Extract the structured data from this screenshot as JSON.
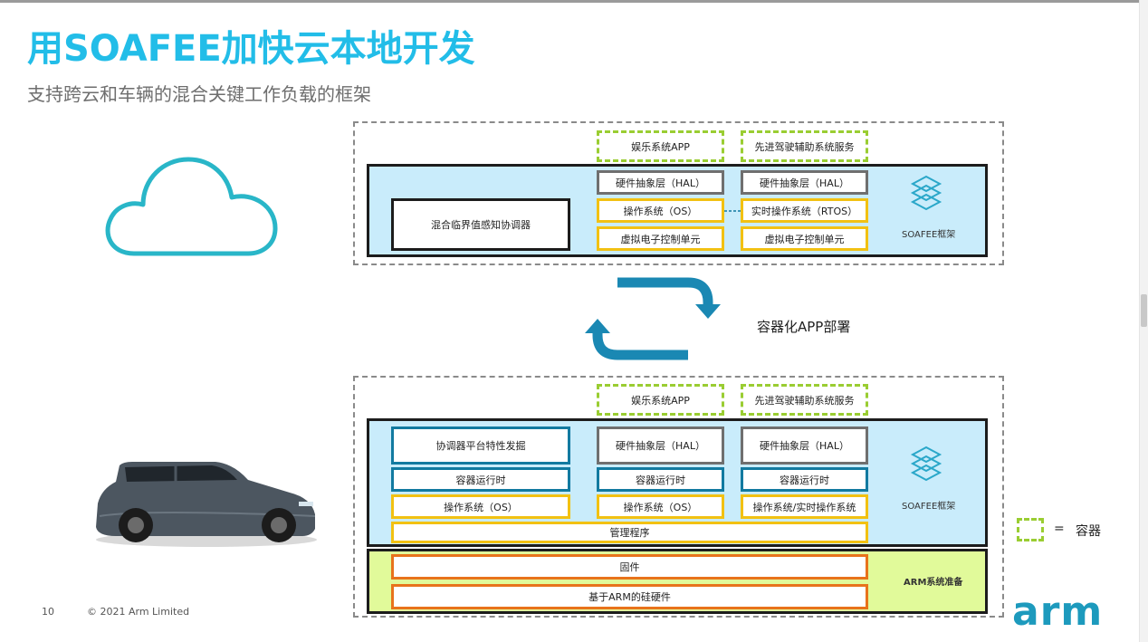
{
  "header": {
    "title": "用SOAFEE加快云本地开发",
    "subtitle": "支持跨云和车辆的混合关键工作负载的框架"
  },
  "cloud_stack": {
    "apps": [
      "娱乐系统APP",
      "先进驾驶辅助系统服务"
    ],
    "hypervisor_box": "混合临界值感知协调器",
    "col1": [
      "硬件抽象层（HAL）",
      "操作系统（OS）",
      "虚拟电子控制单元"
    ],
    "col2": [
      "硬件抽象层（HAL）",
      "实时操作系统（RTOS）",
      "虚拟电子控制单元"
    ],
    "framework_label": "SOAFEE框架"
  },
  "deploy": {
    "label": "容器化APP部署"
  },
  "vehicle_stack": {
    "apps": [
      "娱乐系统APP",
      "先进驾驶辅助系统服务"
    ],
    "col0": [
      "协调器平台特性发掘",
      "容器运行时",
      "操作系统（OS）"
    ],
    "col1": [
      "硬件抽象层（HAL）",
      "容器运行时",
      "操作系统（OS）"
    ],
    "col2": [
      "硬件抽象层（HAL）",
      "容器运行时",
      "操作系统/实时操作系统"
    ],
    "hypervisor": "管理程序",
    "framework_label": "SOAFEE框架",
    "firmware": "固件",
    "hardware": "基于ARM的硅硬件",
    "arm_label": "ARM系统准备"
  },
  "legend": {
    "equals": "=",
    "text": "容器"
  },
  "footer": {
    "page_number": "10",
    "copyright": "© 2021 Arm Limited",
    "logo": "arm"
  },
  "colors": {
    "title": "#22bde8",
    "panel_blue": "#c9ecfb",
    "panel_lime": "#e1fa9a",
    "container_green": "#9acd32",
    "hal_gray": "#6f6f6f",
    "os_yellow": "#f2c112",
    "runtime_blue": "#127aa0",
    "hw_orange": "#e8731b",
    "arrow_blue": "#1a88b3",
    "logo_blue": "#1d9abd"
  }
}
